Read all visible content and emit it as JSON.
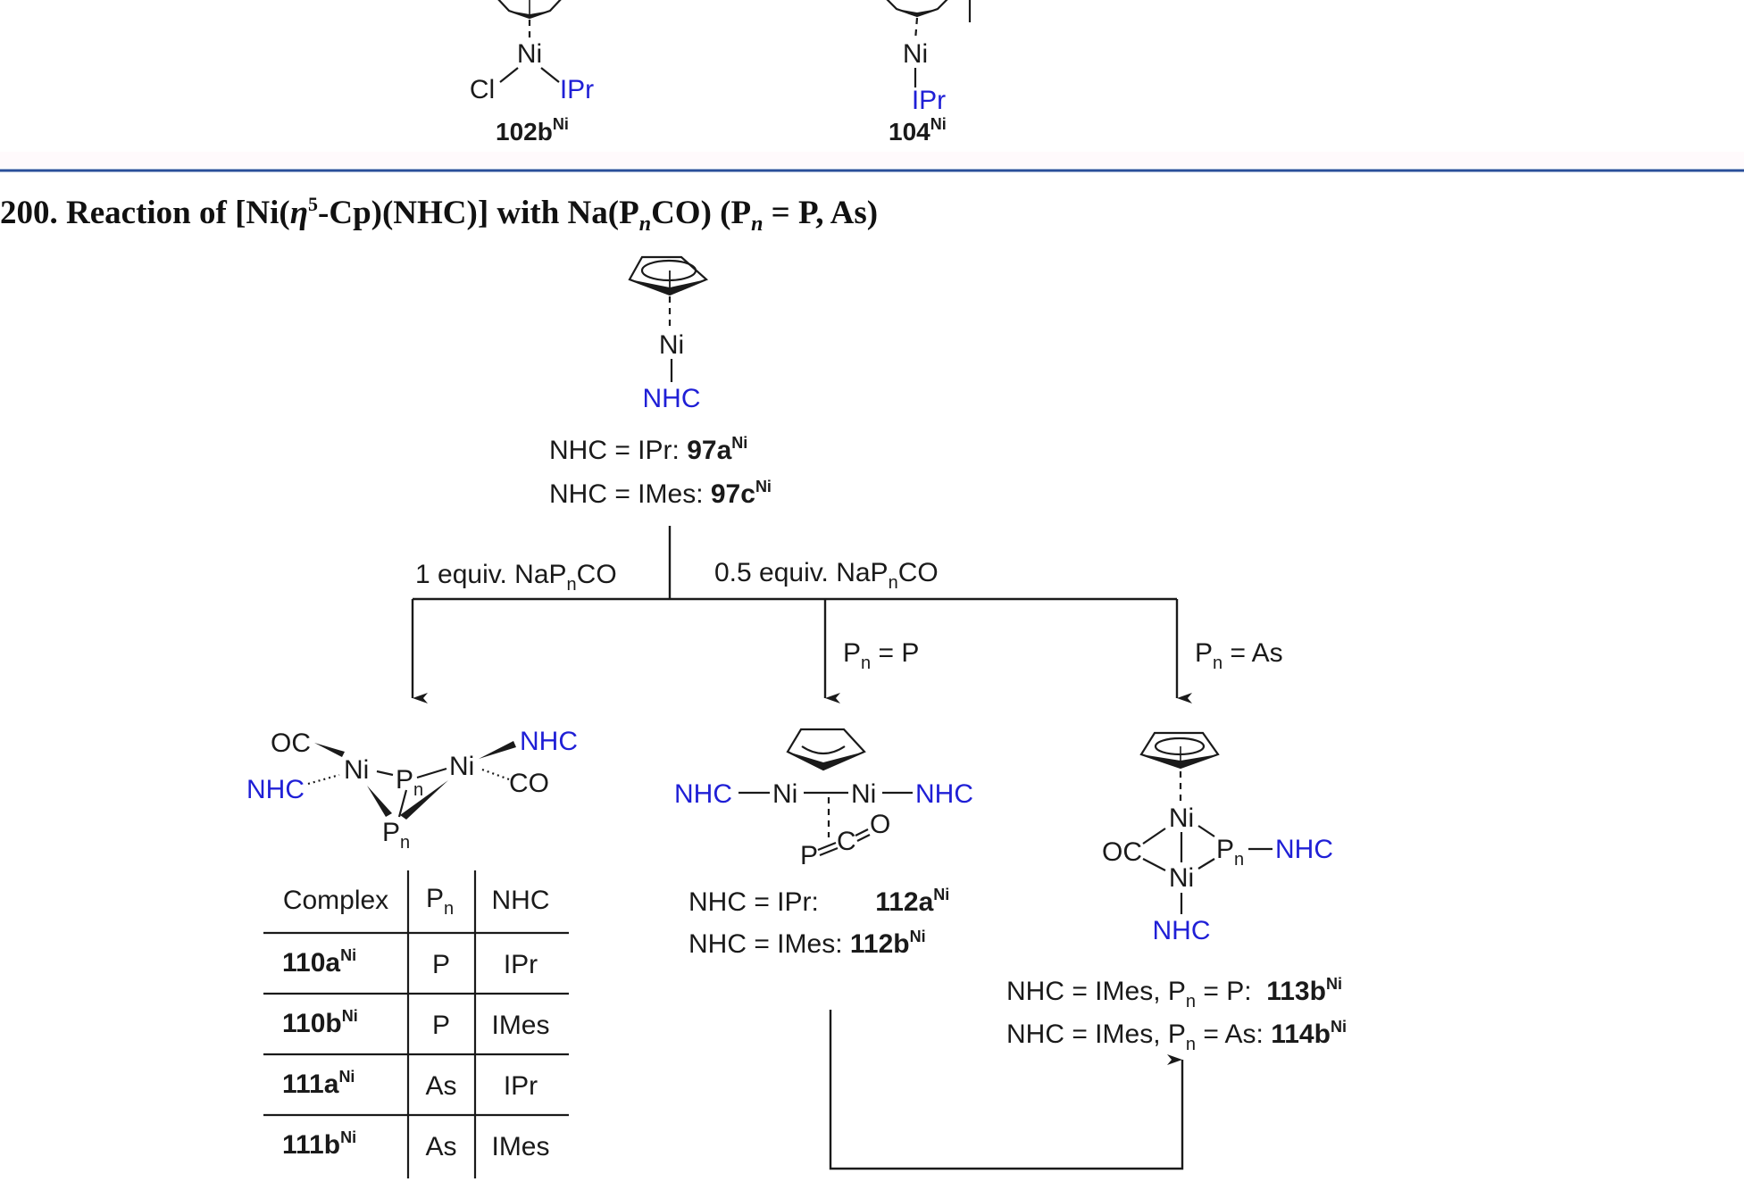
{
  "colors": {
    "rule": "#2a4f9a",
    "ligand_blue": "#1f1fd6",
    "text": "#1a1a1a"
  },
  "top_section": {
    "compound_102b": {
      "ring_icon": "cyclopentadienyl-ring-icon",
      "metal": "Ni",
      "left_ligand": "Cl",
      "right_ligand": "IPr",
      "label": "102b",
      "label_sup": "Ni"
    },
    "compound_104": {
      "ring_icon": "cyclopentadienyl-ring-icon",
      "metal": "Ni",
      "ligand": "IPr",
      "label": "104",
      "label_sup": "Ni"
    }
  },
  "title": {
    "number": "200.",
    "text_a": "Reaction of [Ni(",
    "eta": "η",
    "eta_sup": "5",
    "text_b": "-Cp)(NHC)] with Na(P",
    "n1": "n",
    "text_c": "CO) (P",
    "n2": "n",
    "text_d": " = P, As)"
  },
  "starting_material": {
    "metal": "Ni",
    "ligand": "NHC",
    "variants": [
      {
        "prefix": "NHC = IPr: ",
        "label": "97a",
        "sup": "Ni"
      },
      {
        "prefix": "NHC = IMes: ",
        "label": "97c",
        "sup": "Ni"
      }
    ]
  },
  "conditions": {
    "left": {
      "pre": "1 equiv. NaP",
      "sub": "n",
      "post": "CO"
    },
    "right": {
      "pre": "0.5 equiv. NaP",
      "sub": "n",
      "post": "CO"
    },
    "branch_p": {
      "pre": "P",
      "sub": "n",
      "post": " = P"
    },
    "branch_as": {
      "pre": "P",
      "sub": "n",
      "post": " = As"
    }
  },
  "product_110_111": {
    "atoms": {
      "oc_left": "OC",
      "nhc_left": "NHC",
      "ni_left": "Ni",
      "pn_top": "P",
      "pn_top_sub": "n",
      "ni_right": "Ni",
      "nhc_right": "NHC",
      "co_right": "CO",
      "pn_bottom": "P",
      "pn_bottom_sub": "n"
    },
    "table": {
      "headers": [
        {
          "text": "Complex"
        },
        {
          "text": "P",
          "sub": "n"
        },
        {
          "text": "NHC"
        }
      ],
      "rows": [
        {
          "complex": "110a",
          "sup": "Ni",
          "pn": "P",
          "nhc": "IPr"
        },
        {
          "complex": "110b",
          "sup": "Ni",
          "pn": "P",
          "nhc": "IMes"
        },
        {
          "complex": "111a",
          "sup": "Ni",
          "pn": "As",
          "nhc": "IPr"
        },
        {
          "complex": "111b",
          "sup": "Ni",
          "pn": "As",
          "nhc": "IMes"
        }
      ]
    }
  },
  "product_112": {
    "atoms": {
      "nhc_left": "NHC",
      "ni_left": "Ni",
      "ni_right": "Ni",
      "nhc_right": "NHC",
      "p": "P",
      "c": "C",
      "o": "O"
    },
    "variants": [
      {
        "prefix": "NHC = IPr:    ",
        "label": "112a",
        "sup": "Ni"
      },
      {
        "prefix": "NHC = IMes: ",
        "label": "112b",
        "sup": "Ni"
      }
    ]
  },
  "product_113_114": {
    "atoms": {
      "ni_top": "Ni",
      "ni_bottom": "Ni",
      "oc": "OC",
      "pn": "P",
      "pn_sub": "n",
      "nhc_right": "NHC",
      "nhc_bottom": "NHC"
    },
    "variants": [
      {
        "prefix": "NHC = IMes, P",
        "sub": "n",
        "mid": " = P:  ",
        "label": "113b",
        "sup": "Ni"
      },
      {
        "prefix": "NHC = IMes, P",
        "sub": "n",
        "mid": " = As: ",
        "label": "114b",
        "sup": "Ni"
      }
    ]
  }
}
